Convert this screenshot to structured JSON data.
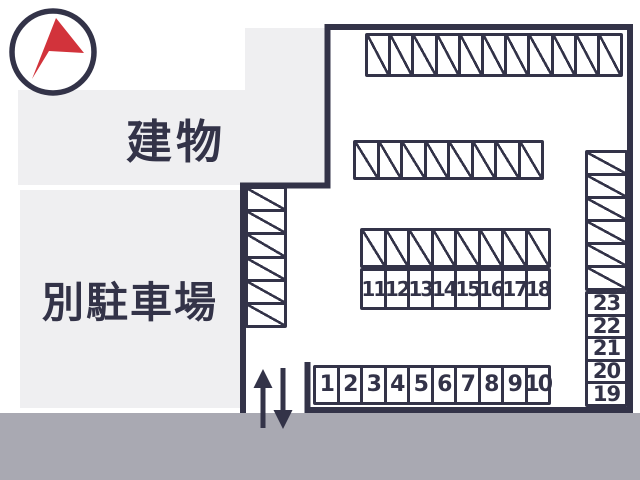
{
  "colors": {
    "ink_navy": "#333348",
    "compass_red": "#d2333b",
    "building_fill": "#efeff1",
    "road_fill": "#a9a9b2"
  },
  "labels": {
    "building": "建物",
    "annex_parking": "別駐車場"
  },
  "compass": {
    "type": "north-arrow"
  },
  "lot": {
    "rows": {
      "topHatched": {
        "type": "hatched",
        "count": 11
      },
      "secondHatched": {
        "type": "hatched",
        "count": 8
      },
      "midHatched": {
        "type": "hatched",
        "count": 8
      },
      "midNumbered": {
        "type": "numbered",
        "labels": [
          "11",
          "12",
          "13",
          "14",
          "15",
          "16",
          "17",
          "18"
        ]
      },
      "bottomNumbered": {
        "type": "numbered",
        "labels": [
          "1",
          "2",
          "3",
          "4",
          "5",
          "6",
          "7",
          "8",
          "9",
          "10"
        ]
      },
      "leftHatched": {
        "type": "hatched",
        "count": 6
      },
      "rightHatched": {
        "type": "hatched",
        "count": 6
      },
      "rightNumbered": {
        "type": "numbered",
        "labels": [
          "23",
          "22",
          "21",
          "20",
          "19"
        ]
      }
    },
    "entrance_arrows": [
      "up",
      "down"
    ]
  }
}
